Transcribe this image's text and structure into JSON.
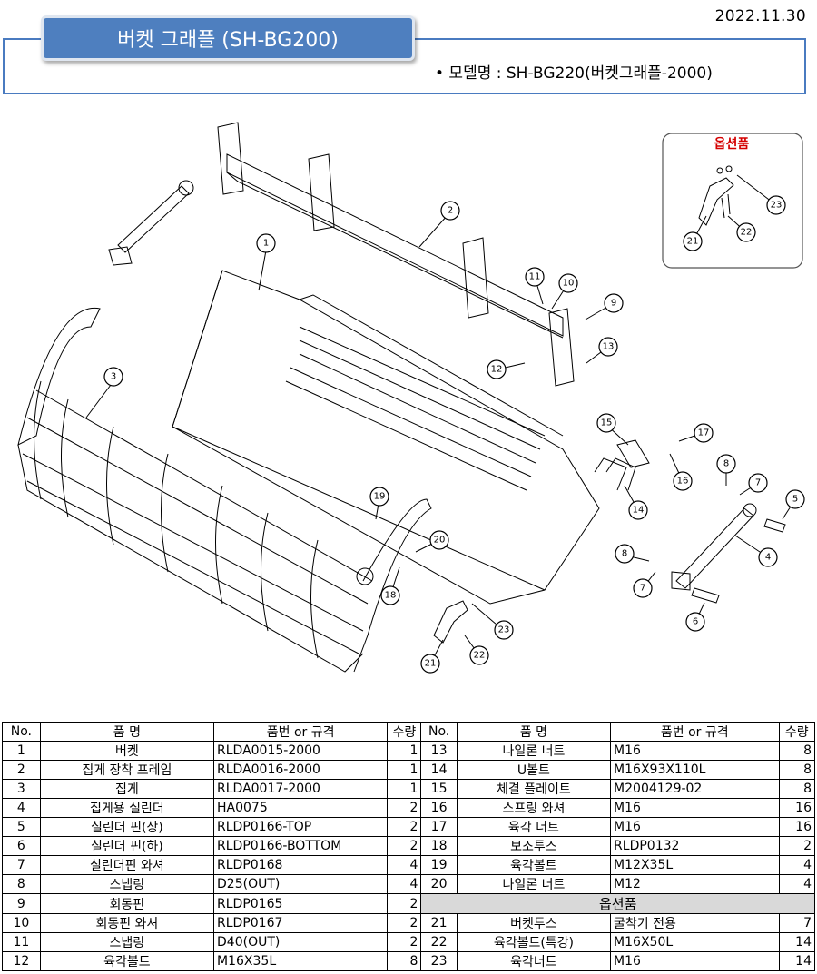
{
  "header": {
    "date": "2022.11.30",
    "title": "버켓 그래플 (SH-BG200)",
    "model_line": "• 모델명 : SH-BG220(버켓그래플-2000)"
  },
  "diagram": {
    "option_label": "옵션품",
    "callouts": [
      "1",
      "2",
      "3",
      "4",
      "5",
      "6",
      "7",
      "7",
      "8",
      "8",
      "9",
      "10",
      "11",
      "12",
      "13",
      "14",
      "15",
      "16",
      "17",
      "18",
      "19",
      "20",
      "21",
      "22",
      "23",
      "21",
      "22",
      "23"
    ]
  },
  "table": {
    "headers": [
      "No.",
      "품    명",
      "품번 or 규격",
      "수량",
      "No.",
      "품    명",
      "품번 or 규격",
      "수량"
    ],
    "left_rows": [
      {
        "no": "1",
        "name": "버켓",
        "code": "RLDA0015-2000",
        "qty": "1"
      },
      {
        "no": "2",
        "name": "집게 장착 프레임",
        "code": "RLDA0016-2000",
        "qty": "1"
      },
      {
        "no": "3",
        "name": "집게",
        "code": "RLDA0017-2000",
        "qty": "1"
      },
      {
        "no": "4",
        "name": "집게용 실린더",
        "code": "HA0075",
        "qty": "2"
      },
      {
        "no": "5",
        "name": "실린더 핀(상)",
        "code": "RLDP0166-TOP",
        "qty": "2"
      },
      {
        "no": "6",
        "name": "실린더 핀(하)",
        "code": "RLDP0166-BOTTOM",
        "qty": "2"
      },
      {
        "no": "7",
        "name": "실린더핀 와셔",
        "code": "RLDP0168",
        "qty": "4"
      },
      {
        "no": "8",
        "name": "스냅링",
        "code": "D25(OUT)",
        "qty": "4"
      },
      {
        "no": "9",
        "name": "회동핀",
        "code": "RLDP0165",
        "qty": "2"
      },
      {
        "no": "10",
        "name": "회동핀 와셔",
        "code": "RLDP0167",
        "qty": "2"
      },
      {
        "no": "11",
        "name": "스냅링",
        "code": "D40(OUT)",
        "qty": "2"
      },
      {
        "no": "12",
        "name": "육각볼트",
        "code": "M16X35L",
        "qty": "8"
      }
    ],
    "right_rows": [
      {
        "no": "13",
        "name": "나일론 너트",
        "code": "M16",
        "qty": "8"
      },
      {
        "no": "14",
        "name": "U볼트",
        "code": "M16X93X110L",
        "qty": "8"
      },
      {
        "no": "15",
        "name": "체결 플레이트",
        "code": "M2004129-02",
        "qty": "8"
      },
      {
        "no": "16",
        "name": "스프링 와셔",
        "code": "M16",
        "qty": "16"
      },
      {
        "no": "17",
        "name": "육각 너트",
        "code": "M16",
        "qty": "16"
      },
      {
        "no": "18",
        "name": "보조투스",
        "code": "RLDP0132",
        "qty": "2"
      },
      {
        "no": "19",
        "name": "육각볼트",
        "code": "M12X35L",
        "qty": "4"
      },
      {
        "no": "20",
        "name": "나일론 너트",
        "code": "M12",
        "qty": "4"
      }
    ],
    "option_header": "옵션품",
    "option_rows": [
      {
        "no": "21",
        "name": "버켓투스",
        "code": "굴착기 전용",
        "qty": "7"
      },
      {
        "no": "22",
        "name": "육각볼트(특강)",
        "code": "M16X50L",
        "qty": "14"
      },
      {
        "no": "23",
        "name": "육각너트",
        "code": "M16",
        "qty": "14"
      }
    ]
  }
}
